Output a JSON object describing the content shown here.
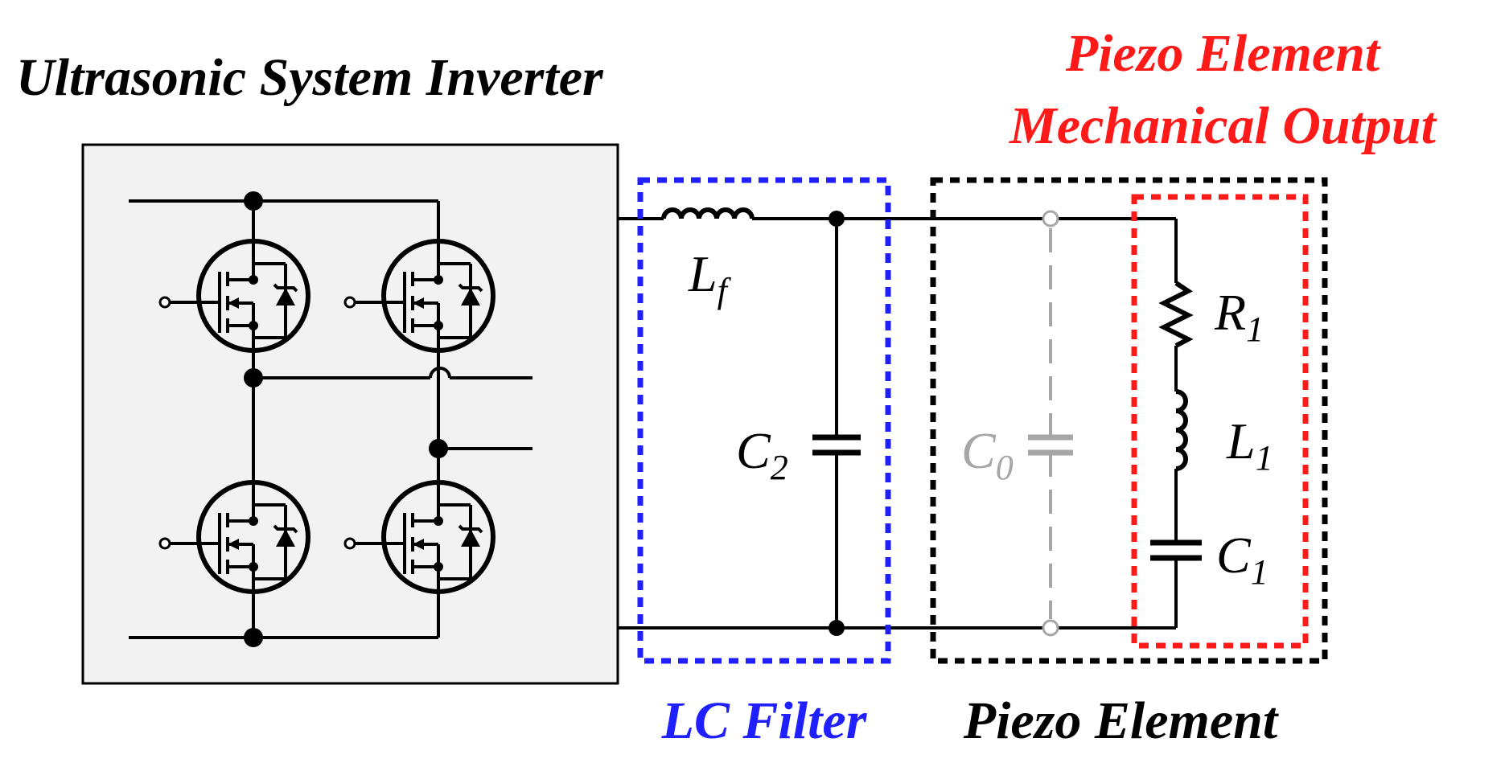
{
  "titles": {
    "inverter": "Ultrasonic System Inverter",
    "mechanical_output_line1": "Piezo Element",
    "mechanical_output_line2": "Mechanical Output",
    "lc_filter": "LC Filter",
    "piezo_element": "Piezo Element"
  },
  "components": {
    "lf": {
      "main": "L",
      "sub": "f"
    },
    "c2": {
      "main": "C",
      "sub": "2"
    },
    "c0": {
      "main": "C",
      "sub": "0"
    },
    "r1": {
      "main": "R",
      "sub": "1"
    },
    "l1": {
      "main": "L",
      "sub": "1"
    },
    "c1": {
      "main": "C",
      "sub": "1"
    }
  },
  "colors": {
    "wire": "#000000",
    "inverter_fill": "#f2f2f2",
    "lc_filter": "#1f1fff",
    "mechanical_output": "#ff1a1a",
    "piezo_box": "#000000",
    "c0_dimmed": "#a6a6a6"
  }
}
